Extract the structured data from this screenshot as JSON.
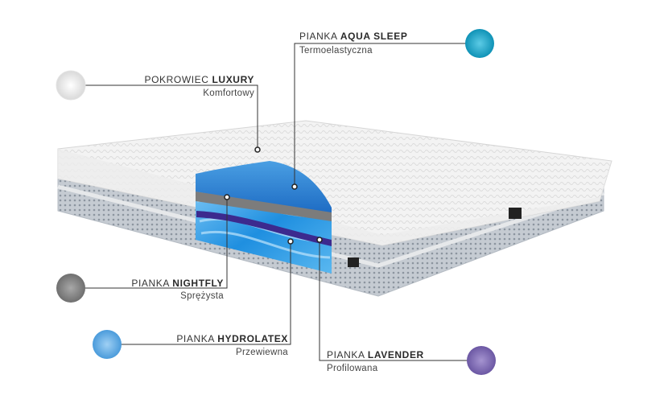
{
  "callouts": {
    "aqua_sleep": {
      "prefix": "PIANKA",
      "name": "AQUA SLEEP",
      "subtitle": "Termoelastyczna",
      "swatch_color": "#1ea6c6"
    },
    "luxury": {
      "prefix": "POKROWIEC",
      "name": "LUXURY",
      "subtitle": "Komfortowy",
      "swatch_color": "#efefef"
    },
    "nightfly": {
      "prefix": "PIANKA",
      "name": "NIGHTFLY",
      "subtitle": "Sprężysta",
      "swatch_color": "#8e8e8e"
    },
    "hydrolatex": {
      "prefix": "PIANKA",
      "name": "HYDROLATEX",
      "subtitle": "Przewiewna",
      "swatch_color": "#6fb3e6"
    },
    "lavender": {
      "prefix": "PIANKA",
      "name": "LAVENDER",
      "subtitle": "Profilowana",
      "swatch_color": "#8a74b8"
    }
  },
  "colors": {
    "foam_blue": "#1e8fe0",
    "aqua_dome": "#2e7fd0",
    "grey_layer": "#7c7c7c",
    "purple_layer": "#3c2a8e",
    "cover_white": "#f4f4f4",
    "border_grey": "#c9ced4"
  }
}
